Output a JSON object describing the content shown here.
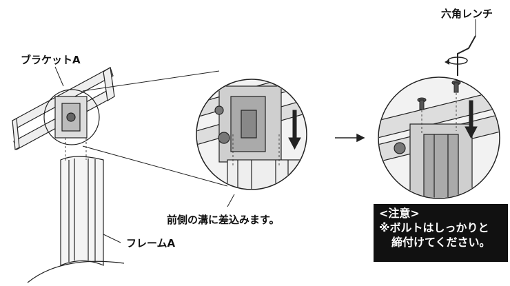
{
  "labels": {
    "bracket": "ブラケットA",
    "frame": "フレームA",
    "hex_wrench": "六角レンチ",
    "instruction": "前側の溝に差込みます。"
  },
  "note": {
    "heading": "<注意>",
    "line1": "※ボルトはしっかりと",
    "line2": "締付けてください。"
  },
  "colors": {
    "line": "#222222",
    "fill": "#f2f2f2",
    "dark": "#555555",
    "note_bg": "#111111"
  }
}
